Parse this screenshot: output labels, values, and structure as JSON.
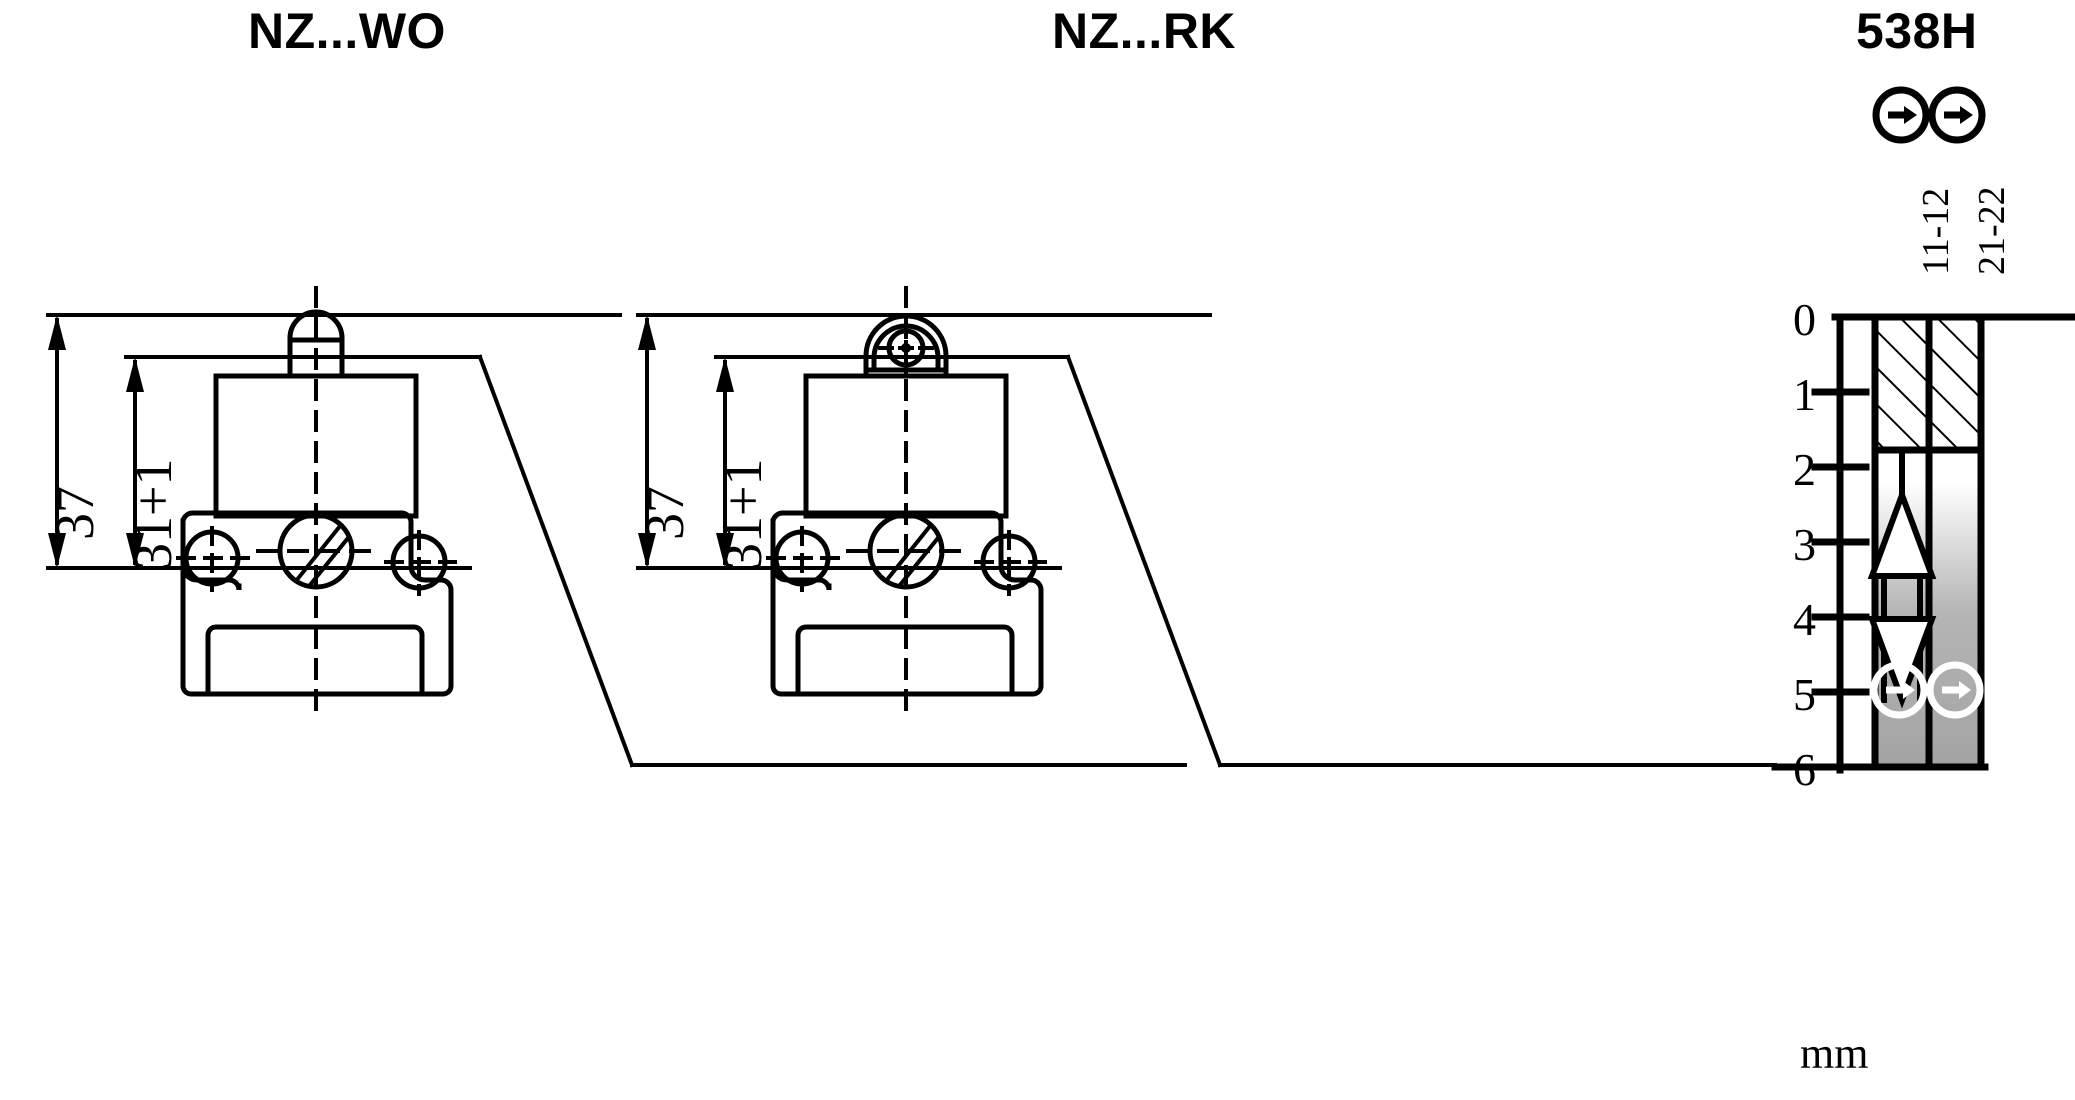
{
  "titles": {
    "left": "NZ...WO",
    "middle": "NZ...RK",
    "right": "538H"
  },
  "dimensions": {
    "left": {
      "outer": "37",
      "inner": "31+1"
    },
    "middle": {
      "outer": "37",
      "inner": "31+1"
    }
  },
  "travel_diagram": {
    "unit_label": "mm",
    "contacts": [
      {
        "label": "11-12",
        "symbol": "circled-arrow-right"
      },
      {
        "label": "21-22",
        "symbol": "circled-arrow-right"
      }
    ],
    "scale_ticks": [
      "0",
      "1",
      "2",
      "3",
      "4",
      "5",
      "6"
    ],
    "scale_min": 0,
    "scale_max": 6,
    "hatched_end_mm": 1.75,
    "gradient_start_mm": 2.6,
    "actuator_marker_mm": 5.0,
    "colors": {
      "line": "#000000",
      "gradient_top": "#ffffff",
      "gradient_bottom": "#a6a6a6",
      "marker_fill": "#ffffff"
    }
  },
  "chart_data": {
    "type": "table",
    "title": "538H",
    "ylabel": "mm",
    "ylim": [
      0,
      6
    ],
    "categories": [
      "11-12",
      "21-22"
    ],
    "series": [
      {
        "name": "11-12",
        "closed_from_mm": 0,
        "closed_to_mm": 1.75,
        "open_from_mm": 1.75,
        "open_to_mm": 6
      },
      {
        "name": "21-22",
        "closed_from_mm": 0,
        "closed_to_mm": 1.75,
        "open_from_mm": 1.75,
        "open_to_mm": 6
      }
    ],
    "tick_values": [
      0,
      1,
      2,
      3,
      4,
      5,
      6
    ],
    "tick_labels": [
      "0",
      "1",
      "2",
      "3",
      "4",
      "5",
      "6"
    ],
    "annotations": [
      "positive opening travel arrows",
      "actuator position markers at 5 mm"
    ],
    "grid": false,
    "legend": "top"
  }
}
